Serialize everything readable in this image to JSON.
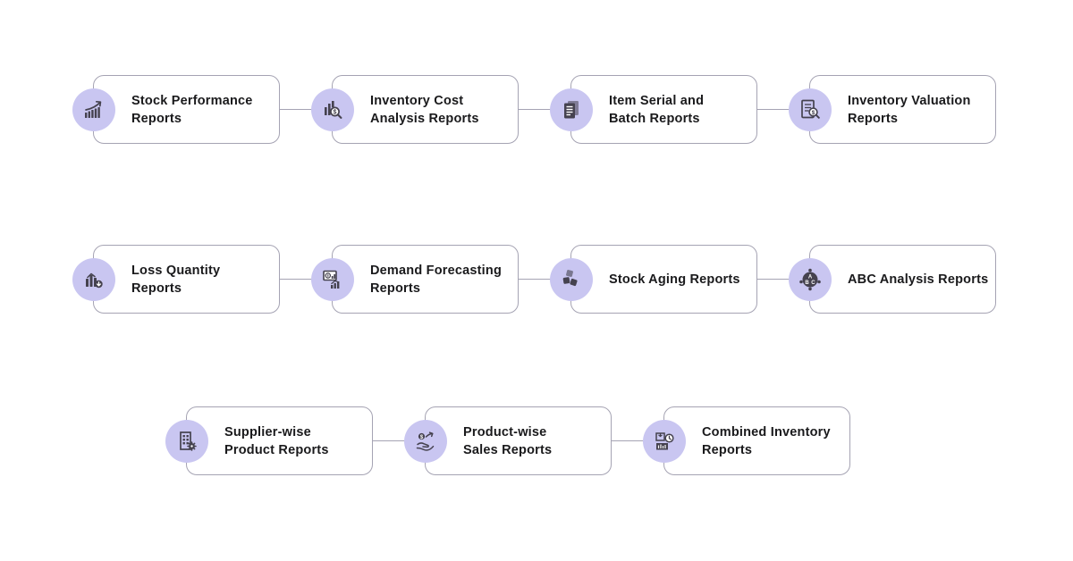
{
  "style": {
    "page_bg": "#ffffff",
    "badge_bg": "#c9c6f1",
    "icon_color": "#45424f",
    "card_border": "#a5a3b3",
    "connector_color": "#a5a3b3",
    "text_color": "#1a1a1c"
  },
  "rows": [
    {
      "cards": [
        {
          "label": "Stock Performance\nReports",
          "icon": "growth-chart-icon"
        },
        {
          "label": "Inventory Cost\nAnalysis Reports",
          "icon": "chart-magnifier-icon"
        },
        {
          "label": "Item Serial and\nBatch Reports",
          "icon": "batch-documents-icon"
        },
        {
          "label": "Inventory Valuation\nReports",
          "icon": "document-magnifier-dollar-icon"
        }
      ]
    },
    {
      "cards": [
        {
          "label": "Loss Quantity\nReports",
          "icon": "loss-bar-chart-icon"
        },
        {
          "label": "Demand Forecasting\nReports",
          "icon": "forecast-board-chart-icon"
        },
        {
          "label": "Stock Aging Reports",
          "icon": "stock-cubes-icon"
        },
        {
          "label": "ABC Analysis Reports",
          "icon": "abc-network-icon"
        }
      ]
    },
    {
      "cards": [
        {
          "label": "Supplier-wise\nProduct Reports",
          "icon": "supplier-building-gear-icon"
        },
        {
          "label": "Product-wise\nSales Reports",
          "icon": "hand-coin-growth-icon"
        },
        {
          "label": "Combined Inventory\nReports",
          "icon": "box-clock-chart-icon"
        }
      ]
    }
  ]
}
